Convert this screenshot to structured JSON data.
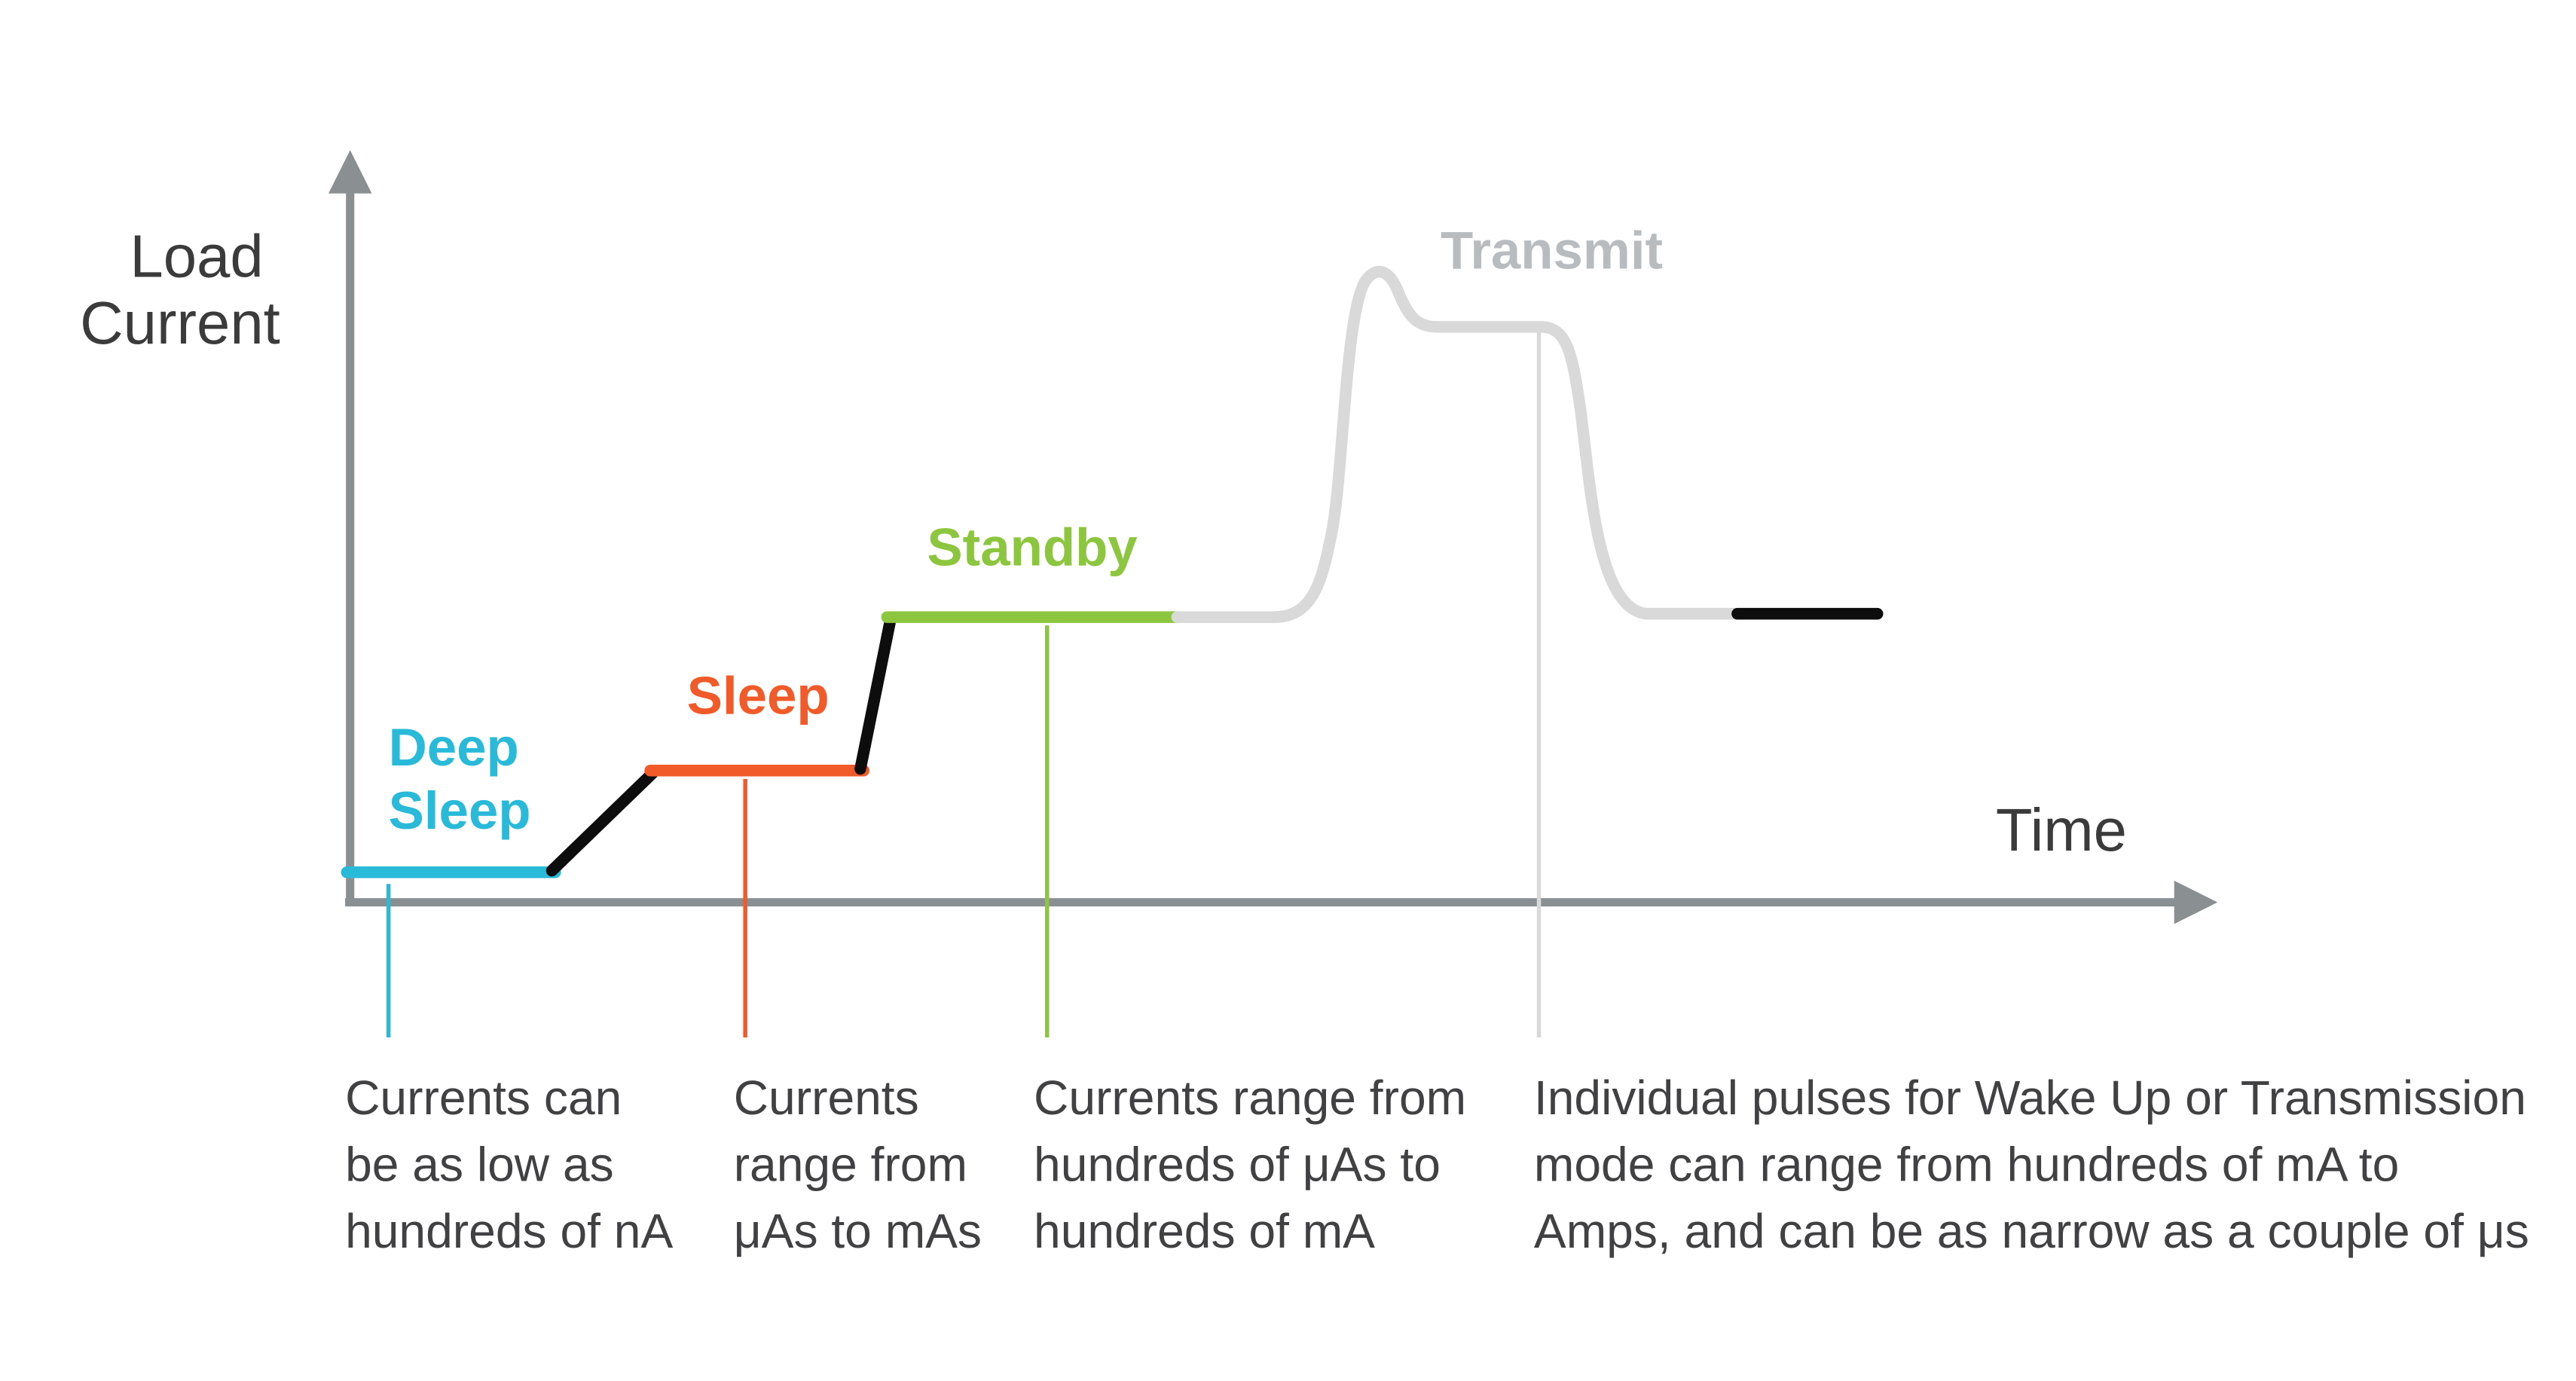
{
  "figure": {
    "y_axis_label": {
      "line1": "Load",
      "line2": "Current"
    },
    "x_axis_label": "Time",
    "modes": {
      "deep_sleep": {
        "label_line1": "Deep",
        "label_line2": "Sleep",
        "color": "#29b9d9"
      },
      "sleep": {
        "label": "Sleep",
        "color": "#f15b2a"
      },
      "standby": {
        "label": "Standby",
        "color": "#8cc63e"
      },
      "transmit": {
        "label": "Transmit",
        "label_color": "#b9bcbe",
        "curve_color": "#d9d9d9"
      }
    },
    "captions": {
      "deep_sleep": {
        "line1": "Currents can",
        "line2": "be as low as",
        "line3": "hundreds of nA"
      },
      "sleep": {
        "line1": "Currents",
        "line2": "range from",
        "line3": "μAs to mAs"
      },
      "standby": {
        "line1": "Currents range from",
        "line2": "hundreds of μAs to",
        "line3": "hundreds of mA"
      },
      "transmit": {
        "line1": "Individual pulses for Wake Up or Transmission",
        "line2": "mode can range from hundreds of mA to",
        "line3": "Amps, and can be as narrow as a couple of μs"
      }
    }
  }
}
